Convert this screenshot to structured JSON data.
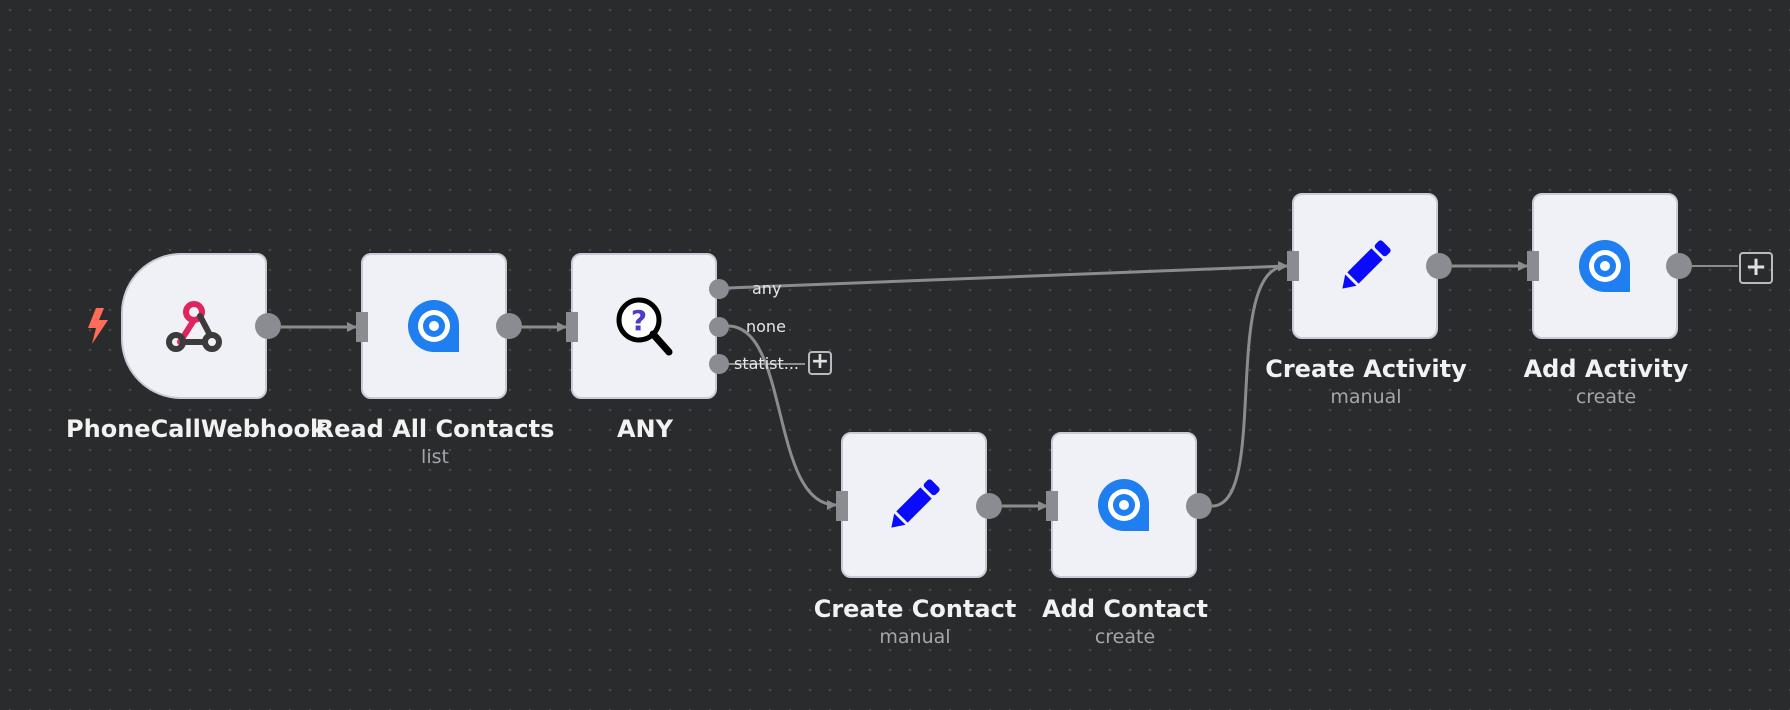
{
  "workflow": {
    "nodes": {
      "webhook": {
        "name": "PhoneCallWebhook",
        "icon": "webhook-icon"
      },
      "read_contacts": {
        "name": "Read All Contacts",
        "subtitle": "list",
        "icon": "service-logo-icon"
      },
      "any": {
        "name": "ANY",
        "icon": "question-magnifier-icon"
      },
      "create_contact": {
        "name": "Create Contact",
        "subtitle": "manual",
        "icon": "pencil-icon"
      },
      "add_contact": {
        "name": "Add Contact",
        "subtitle": "create",
        "icon": "service-logo-icon"
      },
      "create_activity": {
        "name": "Create Activity",
        "subtitle": "manual",
        "icon": "pencil-icon"
      },
      "add_activity": {
        "name": "Add Activity",
        "subtitle": "create",
        "icon": "service-logo-icon"
      }
    },
    "any_outputs": [
      "any",
      "none",
      "statist..."
    ],
    "add_symbol": "+",
    "colors": {
      "background": "#2a2b2c",
      "node_fill": "#f0f1f6",
      "edge": "#8b8c92",
      "trigger_bolt": "#ff6d5a",
      "pencil": "#0a0aff",
      "service_logo": "#1f7ef0"
    }
  }
}
